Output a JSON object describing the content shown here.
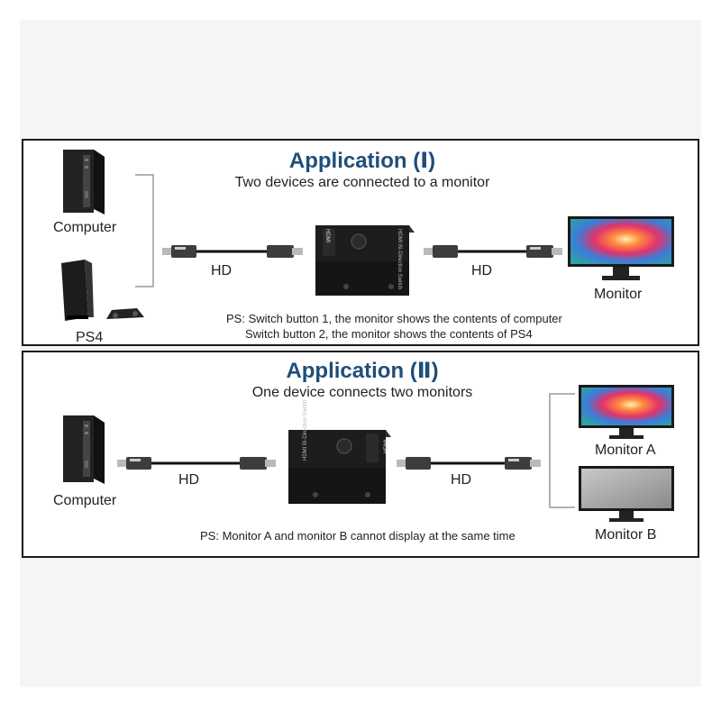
{
  "panel1": {
    "title": "Application (Ⅰ)",
    "subtitle": "Two devices are connected to a monitor",
    "device_top_label": "Computer",
    "device_bottom_label": "PS4",
    "cable_left_label": "HD",
    "cable_right_label": "HD",
    "output_label": "Monitor",
    "switch_brand": "HDMI",
    "switch_text": "HDMI Bi-Direction Switch",
    "note_line1": "PS: Switch button 1, the monitor shows the contents of computer",
    "note_line2": "Switch button 2, the monitor shows the contents of PS4"
  },
  "panel2": {
    "title": "Application (Ⅱ)",
    "subtitle": "One device connects two monitors",
    "device_label": "Computer",
    "cable_left_label": "HD",
    "cable_right_label": "HD",
    "output_top_label": "Monitor A",
    "output_bottom_label": "Monitor B",
    "switch_brand": "HDMI",
    "switch_text": "HDMI Bi-Direction Switch",
    "note": "PS: Monitor A and monitor B cannot display at the same time"
  },
  "colors": {
    "title": "#1f4e79",
    "frame": "#1a1a1a",
    "device": "#1c1c1c"
  }
}
